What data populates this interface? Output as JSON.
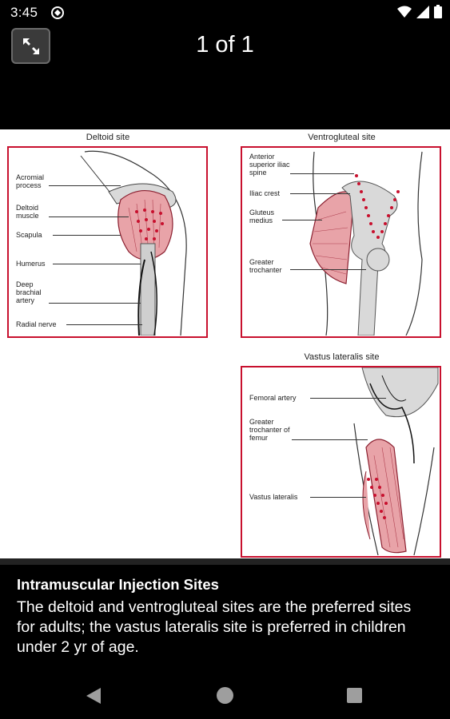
{
  "status_bar": {
    "time": "3:45"
  },
  "header": {
    "page_indicator": "1 of 1"
  },
  "figure": {
    "deltoid": {
      "title": "Deltoid site",
      "labels": [
        "Acromial process",
        "Deltoid muscle",
        "Scapula",
        "Humerus",
        "Deep brachial artery",
        "Radial nerve"
      ]
    },
    "ventrogluteal": {
      "title": "Ventrogluteal site",
      "labels": [
        "Anterior superior iliac spine",
        "Iliac crest",
        "Gluteus medius",
        "Greater trochanter"
      ]
    },
    "vastus": {
      "title": "Vastus lateralis site",
      "labels": [
        "Femoral artery",
        "Greater trochanter of femur",
        "Vastus lateralis"
      ]
    }
  },
  "caption": {
    "title": "Intramuscular Injection Sites",
    "body": "The deltoid and ventrogluteal sites are the preferred sites for adults; the vastus lateralis site is preferred in children under 2 yr of age."
  },
  "colors": {
    "accent_red": "#c8102e",
    "muscle": "#e8a3a8",
    "bone": "#d9d9d9"
  }
}
